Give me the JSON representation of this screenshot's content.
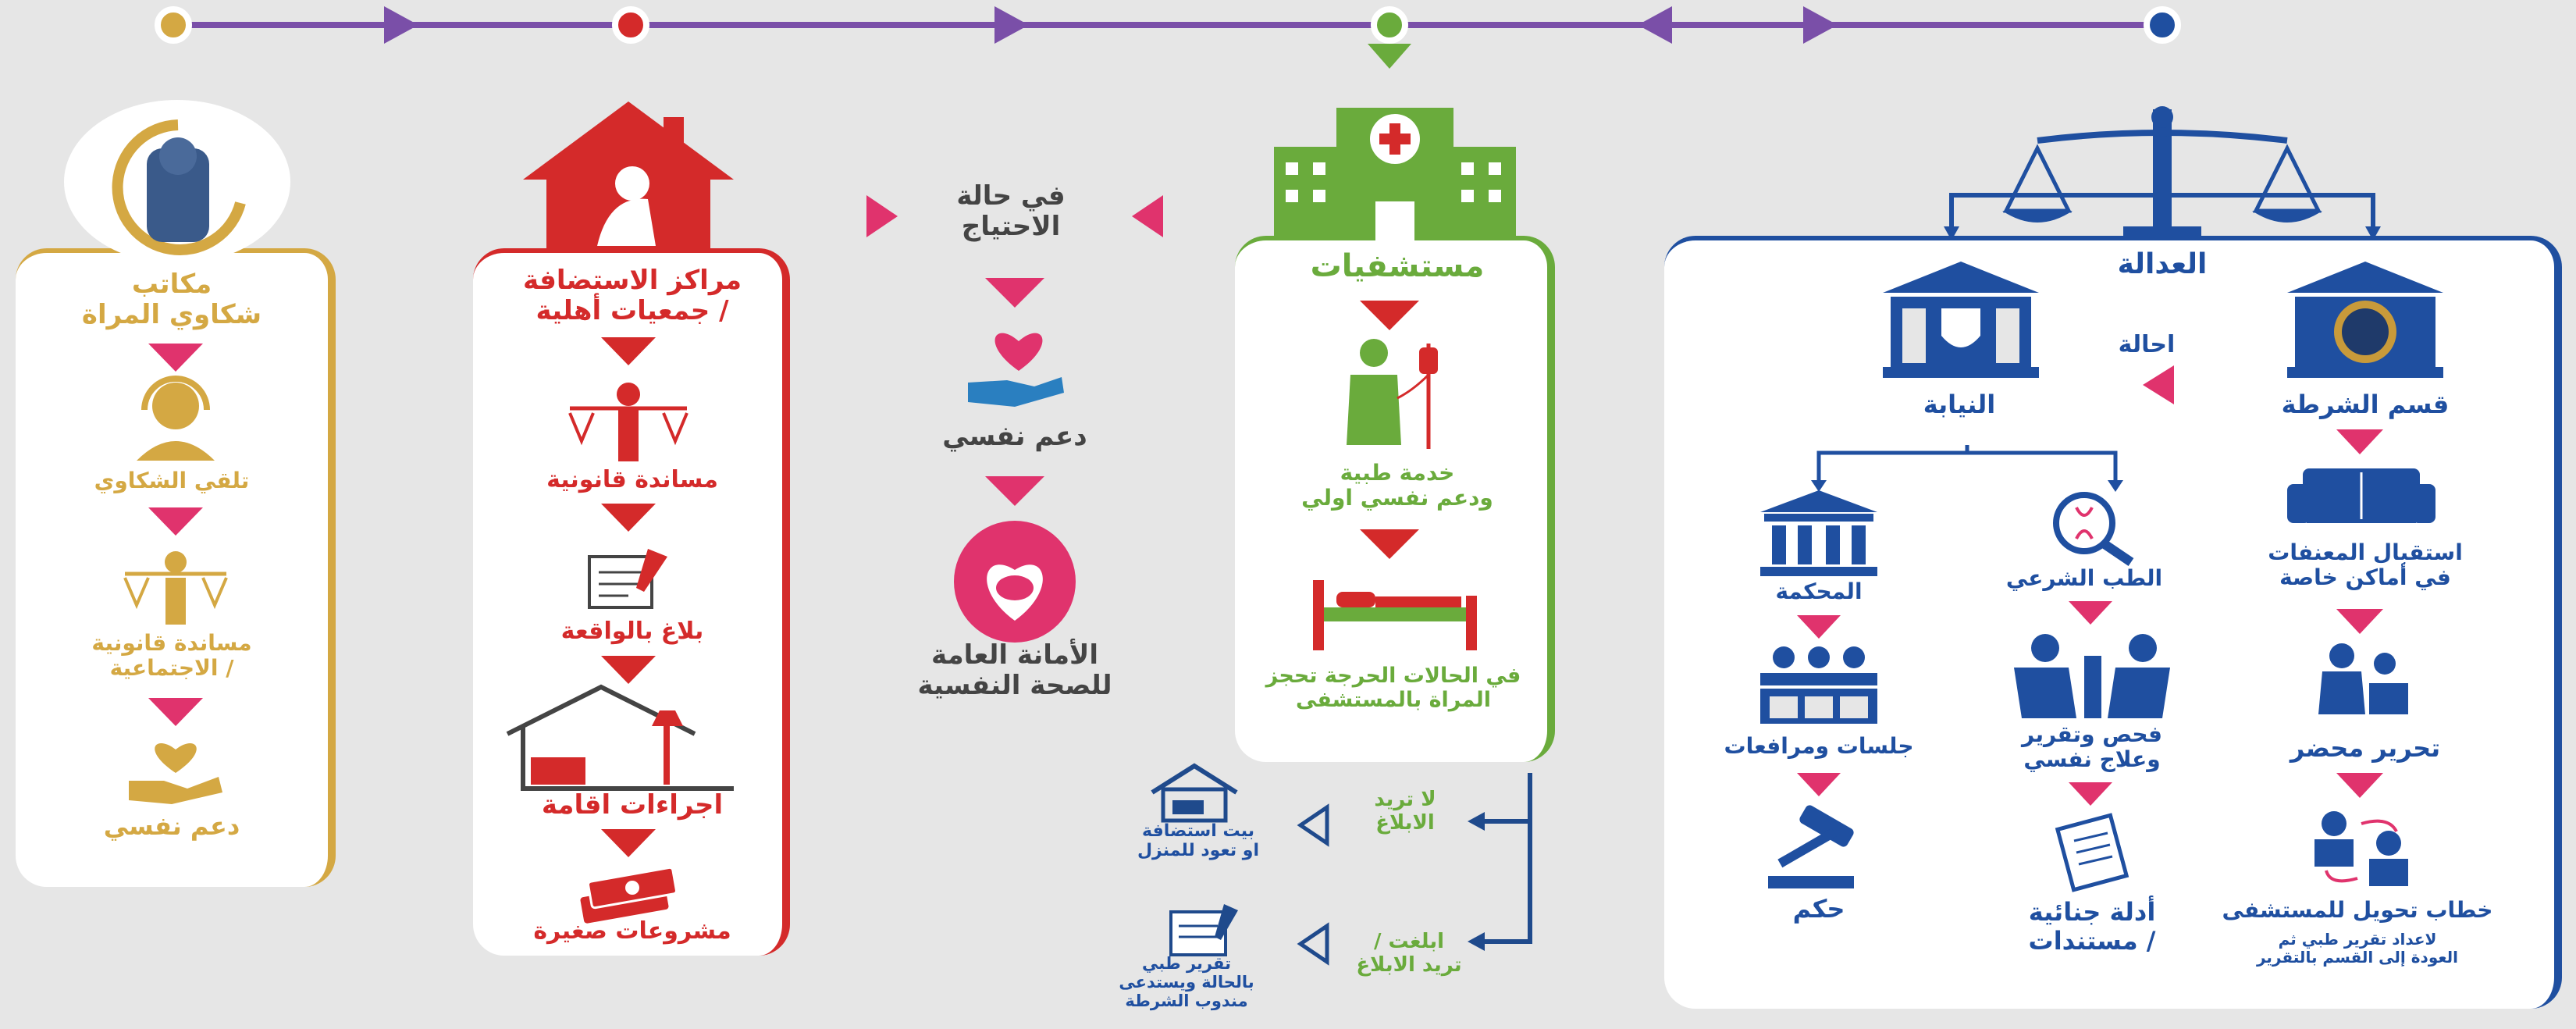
{
  "colors": {
    "gold": "#d4a843",
    "red": "#d42a2a",
    "green": "#6aab3c",
    "blue": "#1f4fa0",
    "purple": "#7a4fa8",
    "pink": "#e0336d",
    "text": "#444444"
  },
  "col1": {
    "title": "مكاتب\nشكاوي المراة",
    "step1": "تلقي الشكاوي",
    "step2": "مساندة قانونية\n/ الاجتماعية",
    "step3": "دعم نفسي"
  },
  "col2": {
    "title": "مراكز الاستضافة\n/ جمعيات أهلية",
    "step1": "مساندة قانونية",
    "step2": "بلاغ بالواقعة",
    "step3": "اجراءات اقامة",
    "step4": "مشروعات صغيرة"
  },
  "col3": {
    "title": "في حالة\nالاحتياج",
    "step1": "دعم نفسي",
    "step2": "الأمانة العامة\nللصحة النفسية"
  },
  "col4": {
    "title": "مستشفيات",
    "step1": "خدمة طبية\nودعم نفسي اولي",
    "step2": "في الحالات الحرجة تحجز\nالمراة بالمستشفى"
  },
  "col4_branches": {
    "no_report": "لا تريد\nالابلاغ",
    "no_report_result": "بيت استضافة\nاو تعود للمنزل",
    "report": "ابلغت /\nتريد الابلاغ",
    "report_result": "تقرير طبي\nبالحالة ويستدعى\nمندوب الشرطة"
  },
  "col5": {
    "title": "العدالة",
    "police": "قسم الشرطة",
    "prosecution": "النيابة",
    "referral": "احالة",
    "police_steps": [
      "استقبال المعنفات\nفي أماكن خاصة",
      "تحرير محضر",
      "خطاب تحويل للمستشفى"
    ],
    "police_note": "لاعداد تقرير طبي ثم\nالعودة إلى القسم بالتقرير",
    "forensic": "الطب الشرعي",
    "forensic_steps": [
      "فحص وتقرير\nوعلاج نفسي",
      "أدلة جنائية\n/ مستندات"
    ],
    "court": "المحكمة",
    "court_steps": [
      "جلسات ومرافعات",
      "حكم"
    ]
  }
}
